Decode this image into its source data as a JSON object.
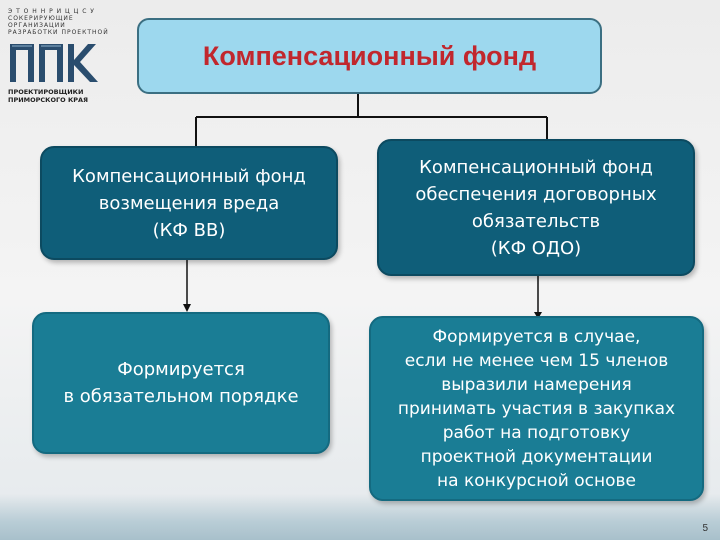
{
  "logo": {
    "top_text": "Э Т О Н Н Р И Ц Ц С У\nСОКЕРИРУЮЩИЕ ОРГАНИЗАЦИИ РАЗРАБОТКИ ПРОЕКТНОЙ",
    "mark": "ППК",
    "bottom_text": "ПРОЕКТИРОВЩИКИ\nПРИМОРСКОГО КРАЯ"
  },
  "title": "Компенсационный фонд",
  "boxes": {
    "left_top": "Компенсационный фонд\nвозмещения вреда\n(КФ ВВ)",
    "right_top": "Компенсационный фонд\nобеспечения договорных\nобязательств\n(КФ ОДО)",
    "left_bottom": "Формируется\nв обязательном порядке",
    "right_bottom": "Формируется в случае,\nесли не менее чем 15 членов\nвыразили намерения\nпринимать участия в закупках\nработ на подготовку\nпроектной документации\nна конкурсной основе"
  },
  "page_number": "5",
  "colors": {
    "title_text": "#c1272d",
    "title_fill": "#9dd8ee",
    "dark_box": "#0f5e79",
    "light_box": "#1a7d95"
  }
}
